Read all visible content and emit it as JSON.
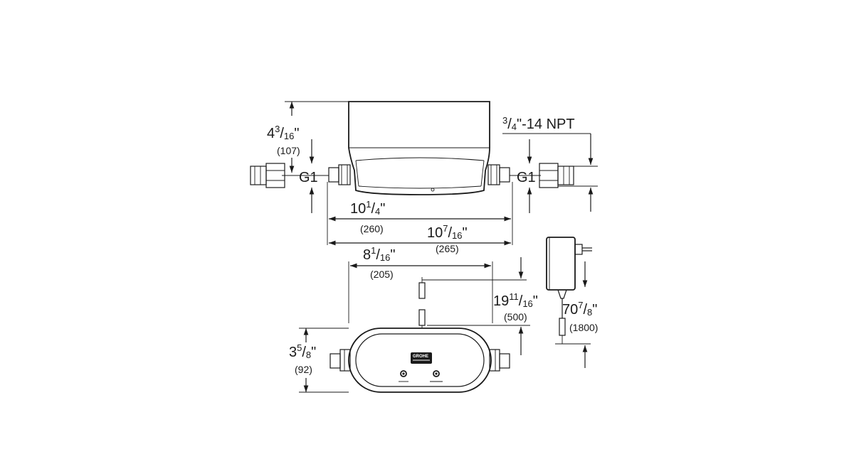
{
  "front_view": {
    "height": {
      "whole": "4",
      "num": "3",
      "den": "16",
      "unit": "\"",
      "mm": "(107)"
    },
    "thread_left": "G1",
    "thread_right": "G1",
    "npt_thread": {
      "num": "3",
      "den": "4",
      "rest": "\"-14 NPT"
    },
    "inner_length": {
      "whole": "10",
      "num": "1",
      "den": "4",
      "unit": "\"",
      "mm": "(260)"
    },
    "outer_length": {
      "whole": "10",
      "num": "7",
      "den": "16",
      "unit": "\"",
      "mm": "(265)"
    }
  },
  "top_view": {
    "length": {
      "whole": "8",
      "num": "1",
      "den": "16",
      "unit": "\"",
      "mm": "(205)"
    },
    "cable_length": {
      "whole": "19",
      "num": "11",
      "den": "16",
      "unit": "\"",
      "mm": "(500)"
    },
    "depth": {
      "whole": "3",
      "num": "5",
      "den": "8",
      "unit": "\"",
      "mm": "(92)"
    },
    "logo_text": "GROHE"
  },
  "adapter": {
    "cable_length": {
      "whole": "70",
      "num": "7",
      "den": "8",
      "unit": "\"",
      "mm": "(1800)"
    }
  },
  "colors": {
    "line": "#1a1a1a",
    "background": "#ffffff"
  }
}
